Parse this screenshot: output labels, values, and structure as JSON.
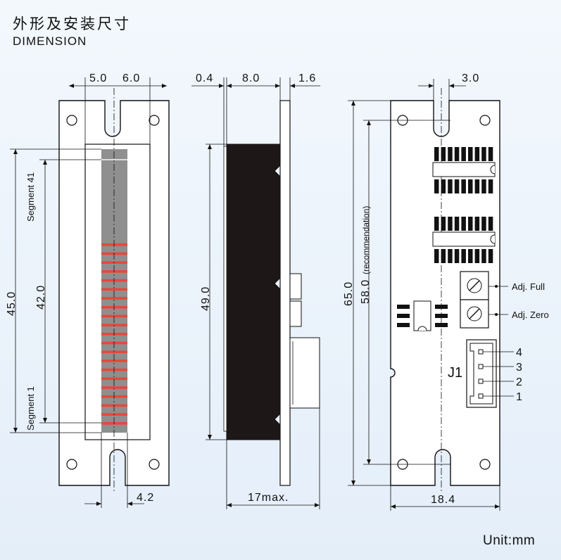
{
  "header": {
    "title_cn": "外形及安装尺寸",
    "title_en": "DIMENSION"
  },
  "unit_label": "Unit:mm",
  "front_view": {
    "dim_top_left": "5.0",
    "dim_top_right": "6.0",
    "dim_height_total": "45.0",
    "dim_height_segments": "42.0",
    "dim_bottom": "4.2",
    "segment_top_label": "Segment 41",
    "segment_bottom_label": "Segment 1",
    "segment_count_lit": 21,
    "colors": {
      "lit": "#e8473a",
      "unlit": "#8f8f8f"
    }
  },
  "side_view": {
    "dim_gap": "0.4",
    "dim_depth": "8.0",
    "dim_pcb": "1.6",
    "dim_height": "49.0",
    "dim_total_depth": "17max."
  },
  "back_view": {
    "dim_top": "3.0",
    "dim_height": "65.0",
    "dim_hole_spacing": "58.0",
    "dim_hole_note": "(recommendation)",
    "dim_width": "18.4",
    "adj_full_label": "Adj. Full",
    "adj_zero_label": "Adj. Zero",
    "connector_label": "J1",
    "pins": [
      "4",
      "3",
      "2",
      "1"
    ]
  }
}
